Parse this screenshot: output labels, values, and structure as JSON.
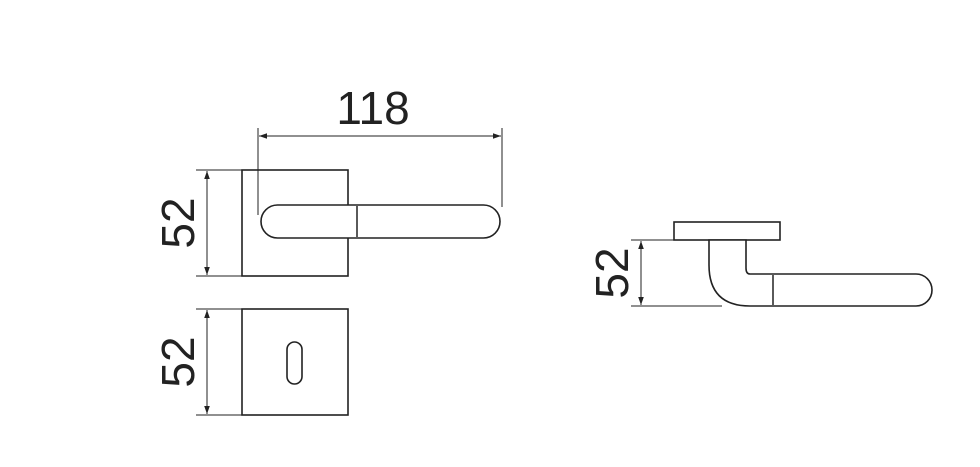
{
  "dimensions": {
    "lever_length": "118",
    "rose_height": "52",
    "escutcheon_height": "52",
    "side_height": "52"
  },
  "colors": {
    "line": "#222222",
    "background": "#ffffff"
  }
}
